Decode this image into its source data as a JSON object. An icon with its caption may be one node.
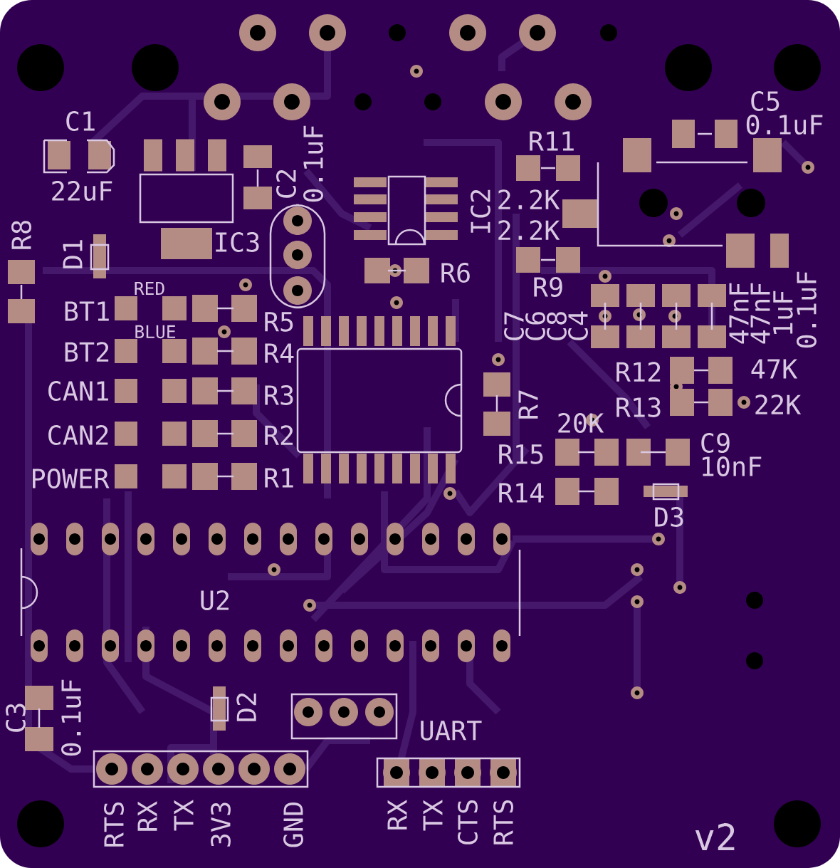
{
  "diagram": {
    "labels": [
      "C1",
      "22uF",
      "C2",
      "0.1uF",
      "R11",
      "C5",
      "0.1uF",
      "2.2K",
      "2.2K",
      "IC2",
      "IC3",
      "R8",
      "D1",
      "R6",
      "R9",
      "RED",
      "BT1",
      "R5",
      "C7",
      "C6",
      "C8",
      "C4",
      "47nF",
      "47nF",
      "1uF",
      "0.1uF",
      "BLUE",
      "BT2",
      "R4",
      "R12",
      "47K",
      "CAN1",
      "R3",
      "R7",
      "R13",
      "22K",
      "20K",
      "CAN2",
      "R2",
      "R15",
      "C9",
      "10nF",
      "POWER",
      "R1",
      "R14",
      "D3",
      "U2",
      "C3",
      "0.1uF",
      "D2",
      "UART",
      "RTS",
      "RX",
      "TX",
      "3V3",
      "GND",
      "RX",
      "TX",
      "CTS",
      "RTS",
      "v2"
    ]
  }
}
